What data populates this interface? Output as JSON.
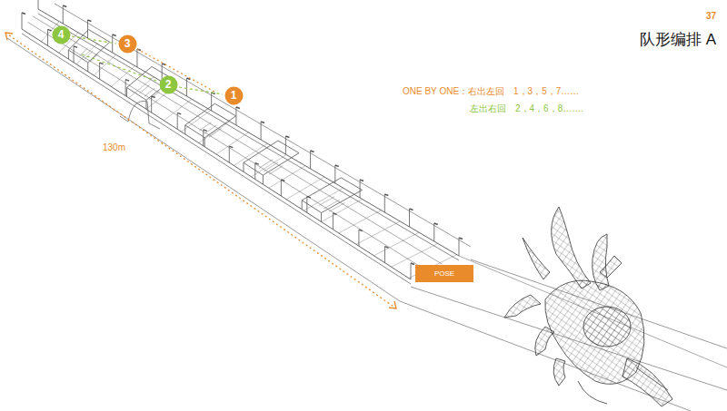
{
  "diagram": {
    "title": "队形编排 A",
    "nodes": [
      {
        "text": [
          "4"
        ]
      },
      {
        "text": [
          "3"
        ]
      },
      {
        "text": [
          "2"
        ]
      },
      {
        "text": [
          "1"
        ]
      },
      {
        "text": [
          "POSE"
        ]
      }
    ],
    "labels": [
      "37",
      "ONE BY ONE：右出左回　1，3，5，7……",
      "左出右回　2，4，6，8…….",
      "130m"
    ]
  }
}
